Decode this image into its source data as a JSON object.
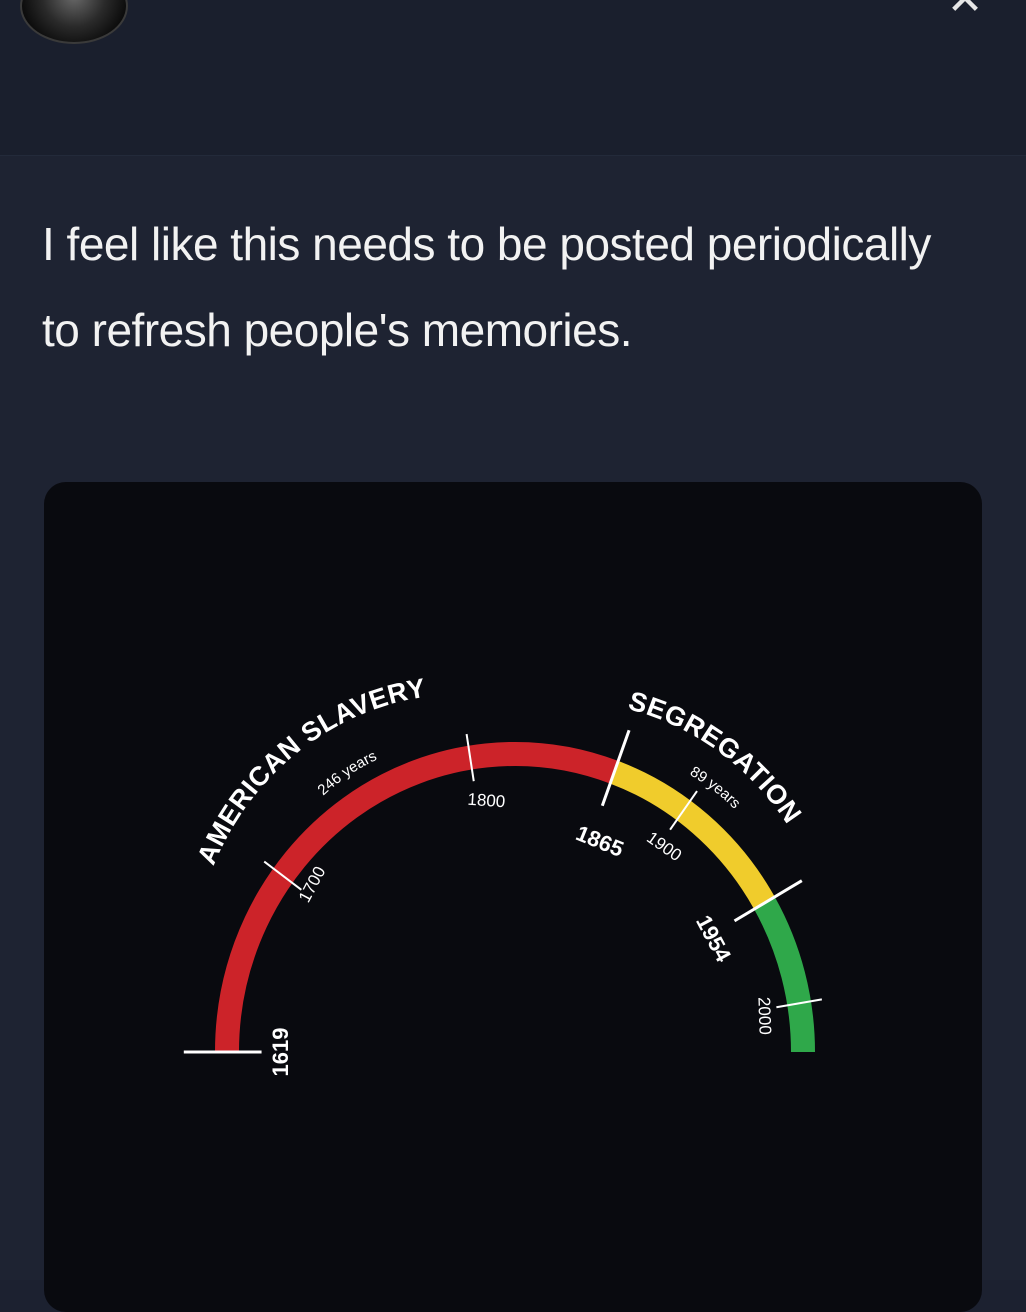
{
  "post": {
    "text": "I feel like this needs to be posted periodically to refresh people's memories."
  },
  "header": {
    "close_icon": "close-icon"
  },
  "chart_data": {
    "type": "timeline-arc",
    "start_label": "1619",
    "ticks": [
      {
        "year": 1619,
        "label": "1619"
      },
      {
        "year": 1700,
        "label": "1700"
      },
      {
        "year": 1800,
        "label": "1800"
      },
      {
        "year": 1865,
        "label": "1865"
      },
      {
        "year": 1900,
        "label": "1900"
      },
      {
        "year": 1954,
        "label": "1954"
      },
      {
        "year": 2000,
        "label": "2000"
      }
    ],
    "segments": [
      {
        "name": "AMERICAN SLAVERY",
        "duration": "246 years",
        "start": 1619,
        "end": 1865,
        "color": "#cc2329"
      },
      {
        "name": "SEGREGATION",
        "duration": "89 years",
        "start": 1865,
        "end": 1954,
        "color": "#f0cc2c"
      },
      {
        "name": "",
        "duration": "",
        "start": 1954,
        "end": 2021,
        "color": "#2fa84a"
      }
    ]
  }
}
